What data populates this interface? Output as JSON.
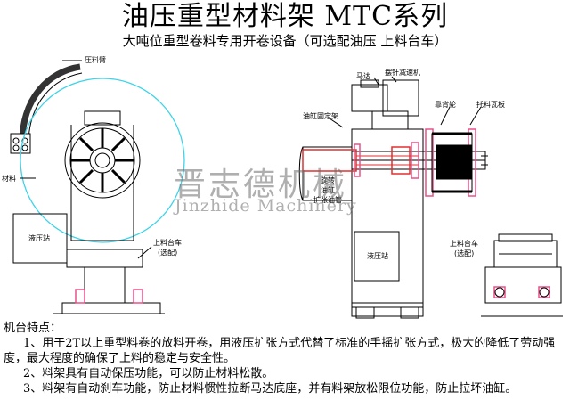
{
  "header": {
    "title": "油压重型材料架 MTC系列",
    "subtitle": "大吨位重型卷料专用开卷设备（可选配油压 上料台车）"
  },
  "watermark": {
    "cn": "晋志德机械",
    "en": "Jinzhide Machinery"
  },
  "labels": {
    "press_arm": "压料臂",
    "material": "材料",
    "hydraulic_station_left": "液压站",
    "loading_cart_left_1": "上料台车",
    "loading_cart_left_2": "(选配)",
    "motor": "马达",
    "reducer": "摆针减速机",
    "cylinder_mount": "油缸固定架",
    "guide_wheel": "靠背轮",
    "mandrel_plate": "托料瓦板",
    "rotary_cylinder": "旋转",
    "oil_cylinder": "油缸",
    "expand_tube": "扩张油管",
    "hydraulic_station_right": "液压站",
    "loading_cart_right_1": "上料台车",
    "loading_cart_right_2": "(选配)"
  },
  "features": {
    "heading": "机台特点：",
    "items": [
      "1、用于2T以上重型料卷的放料开卷，用液压扩张方式代替了标准的手摇扩张方式，极大的降低了劳动强度，最大程度的确保了上料的稳定与安全性。",
      "2、料架具有自动保压功能，可以防止材料松散。",
      "3、料架有自动刹车功能，防止材料惯性拉断马达底座，并有料架放松限位功能，防止拉坏油缸。"
    ]
  },
  "colors": {
    "coil_outline": "#3fd3e8",
    "cylinder_red": "#e03030",
    "highlight_pink": "#e8508a",
    "line": "#000000"
  }
}
